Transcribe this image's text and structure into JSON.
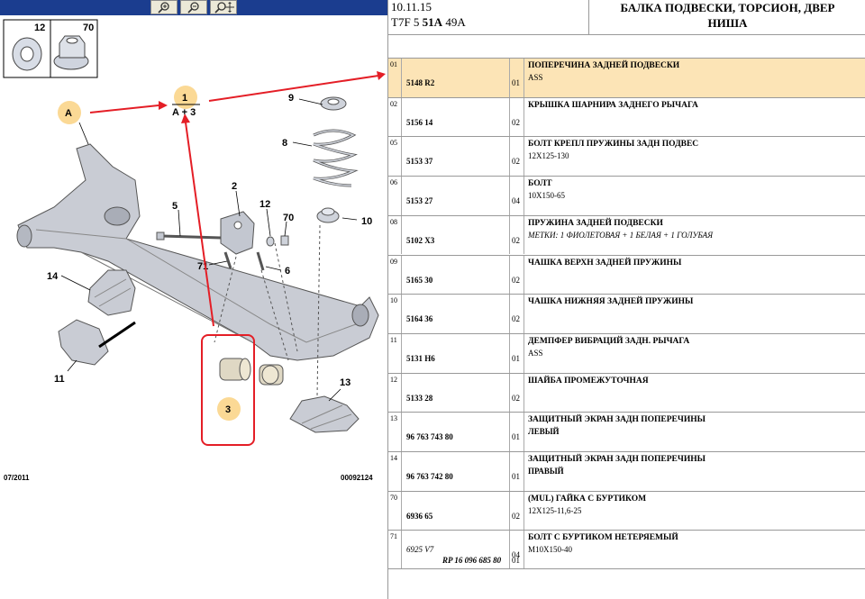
{
  "toolbar": {
    "buttons": [
      "zoom-in-icon",
      "zoom-out-icon",
      "zoom-pan-icon"
    ],
    "bg": "#1b3d8f"
  },
  "diagram": {
    "callouts": [
      "12",
      "70",
      "9",
      "8",
      "10",
      "5",
      "2",
      "12",
      "70",
      "71",
      "6",
      "14",
      "11",
      "13"
    ],
    "bubble_a": "A",
    "bubble_1": "1",
    "bubble_1_sub": "A + 3",
    "bubble_3": "3",
    "date": "07/2011",
    "doc_code": "00092124",
    "accent": "#e41e26",
    "bubble_color": "#fbd995"
  },
  "header": {
    "date": "10.11.15",
    "code_prefix": "T7F 5",
    "code_bold": "51A",
    "code_suffix": "49A",
    "title_line1": "БАЛКА ПОДВЕСКИ, ТОРСИОН, ДВЕР",
    "title_line2": "НИША"
  },
  "parts": [
    {
      "idx": "01",
      "pn": "5148 R2",
      "qty": "01",
      "desc": "ПОПЕРЕЧИНА ЗАДНЕЙ ПОДВЕСКИ",
      "sub": "ASS",
      "selected": true
    },
    {
      "idx": "02",
      "pn": "5156 14",
      "qty": "02",
      "desc": "КРЫШКА ШАРНИРА ЗАДНЕГО РЫЧАГА",
      "sub": ""
    },
    {
      "idx": "05",
      "pn": "5153 37",
      "qty": "02",
      "desc": "БОЛТ КРЕПЛ ПРУЖИНЫ ЗАДН ПОДВЕС",
      "sub": "12X125-130"
    },
    {
      "idx": "06",
      "pn": "5153 27",
      "qty": "04",
      "desc": "БОЛТ",
      "sub": "10X150-65"
    },
    {
      "idx": "08",
      "pn": "5102 X3",
      "qty": "02",
      "desc": "ПРУЖИНА ЗАДНЕЙ ПОДВЕСКИ",
      "sub": "МЕТКИ: 1 ФИОЛЕТОВАЯ + 1 БЕЛАЯ + 1 ГОЛУБАЯ",
      "sub_italic": true
    },
    {
      "idx": "09",
      "pn": "5165 30",
      "qty": "02",
      "desc": "ЧАШКА ВЕРХН ЗАДНЕЙ ПРУЖИНЫ",
      "sub": ""
    },
    {
      "idx": "10",
      "pn": "5164 36",
      "qty": "02",
      "desc": "ЧАШКА НИЖНЯЯ ЗАДНЕЙ ПРУЖИНЫ",
      "sub": ""
    },
    {
      "idx": "11",
      "pn": "5131 H6",
      "qty": "01",
      "desc": "ДЕМПФЕР ВИБРАЦИЙ ЗАДН. РЫЧАГА",
      "sub": "ASS"
    },
    {
      "idx": "12",
      "pn": "5133 28",
      "qty": "02",
      "desc": "ШАЙБА ПРОМЕЖУТОЧНАЯ",
      "sub": ""
    },
    {
      "idx": "13",
      "pn": "96 763 743 80",
      "qty": "01",
      "desc": "ЗАЩИТНЫЙ ЭКРАН ЗАДН ПОПЕРЕЧИНЫ",
      "sub": "ЛЕВЫЙ",
      "sub_bold": true
    },
    {
      "idx": "14",
      "pn": "96 763 742 80",
      "qty": "01",
      "desc": "ЗАЩИТНЫЙ ЭКРАН ЗАДН ПОПЕРЕЧИНЫ",
      "sub": "ПРАВЫЙ",
      "sub_bold": true
    },
    {
      "idx": "70",
      "pn": "6936 65",
      "qty": "02",
      "desc": "(MUL) ГАЙКА С БУРТИКОМ",
      "sub": "12X125-11,6-25"
    },
    {
      "idx": "71",
      "pn": "6925 V7",
      "pn_italic": true,
      "pn2": "RP 16 096 685 80",
      "qty": "04",
      "qty2": "01",
      "desc": "БОЛТ С БУРТИКОМ НЕТЕРЯЕМЫЙ",
      "sub": "M10X150-40"
    }
  ]
}
